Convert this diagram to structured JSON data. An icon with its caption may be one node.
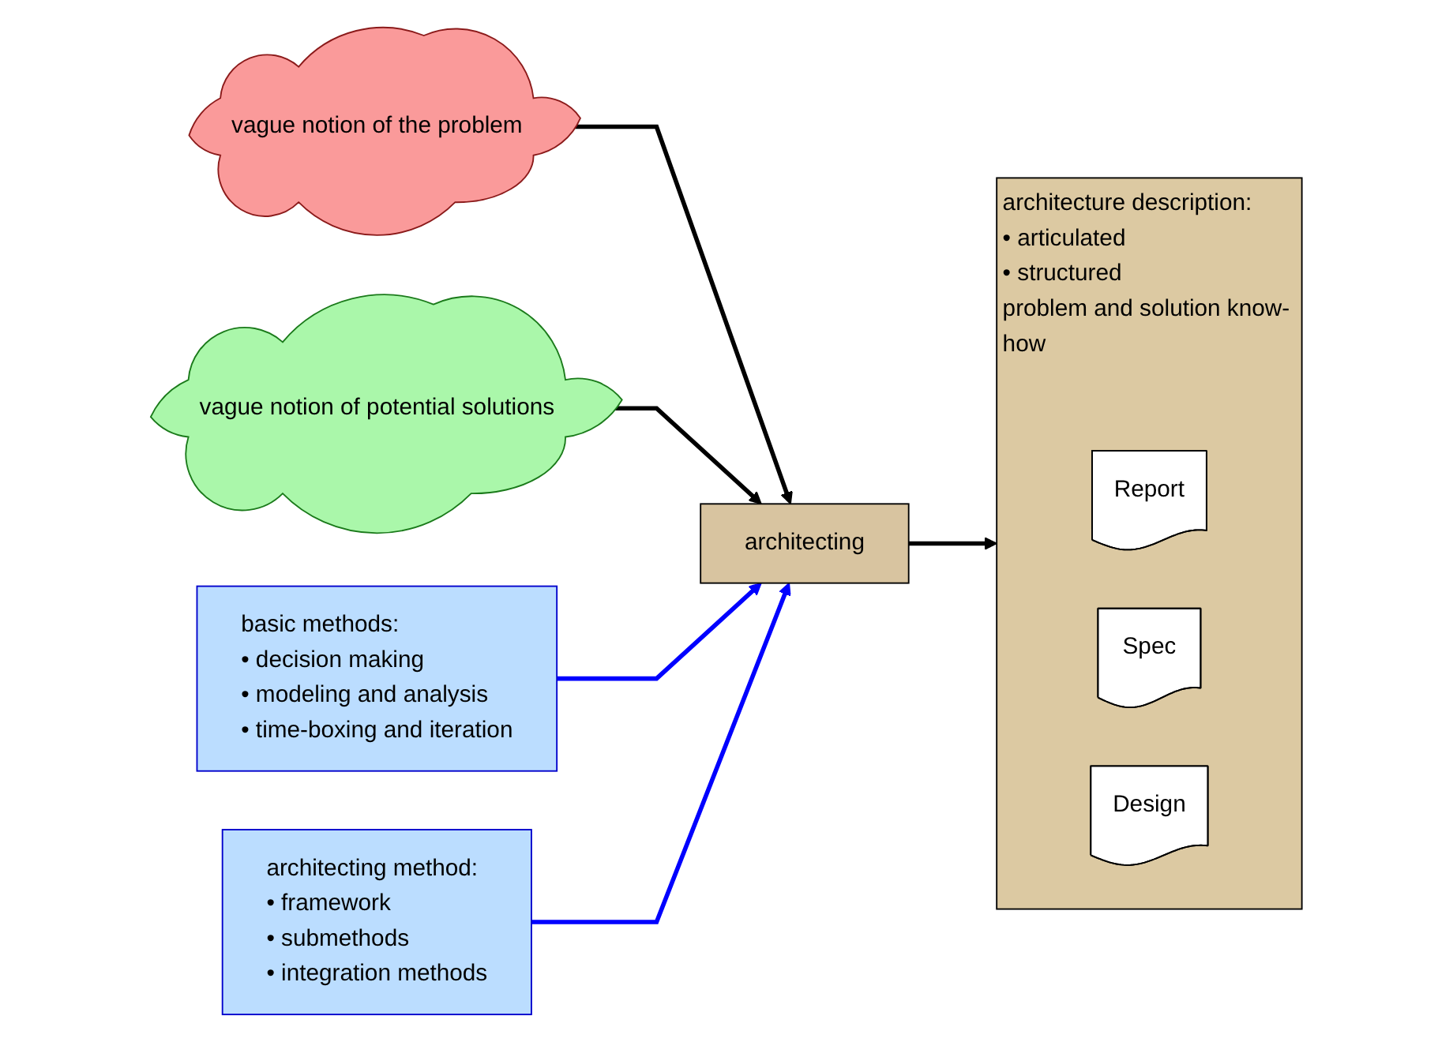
{
  "diagram": {
    "nodes": [
      {
        "text": [
          "vague notion of the problem"
        ]
      },
      {
        "text": [
          "vague notion of potential solutions"
        ]
      },
      {
        "text": [
          "architecting"
        ]
      },
      {
        "text": [
          "architecture description:",
          "• articulated",
          "• structured",
          "problem and solution know-how"
        ]
      },
      {
        "text": [
          "Report"
        ],
        "in": 3
      },
      {
        "text": [
          "Spec"
        ],
        "in": 3
      },
      {
        "text": [
          "Design"
        ],
        "in": 3
      },
      {
        "text": [
          "basic methods:",
          "• decision making",
          "• modeling and analysis",
          "• time-boxing and iteration"
        ]
      },
      {
        "text": [
          "architecting method:",
          "• framework",
          "• submethods",
          "• integration methods"
        ]
      }
    ],
    "edges": [
      {
        "from": 0,
        "to": 2,
        "arrow": "to"
      },
      {
        "from": 1,
        "to": 2,
        "arrow": "to"
      },
      {
        "from": 2,
        "to": 3,
        "arrow": "to"
      },
      {
        "from": 7,
        "to": 2,
        "arrow": "to",
        "color": "#0000ff"
      },
      {
        "from": 8,
        "to": 2,
        "arrow": "to",
        "color": "#0000ff"
      }
    ]
  }
}
